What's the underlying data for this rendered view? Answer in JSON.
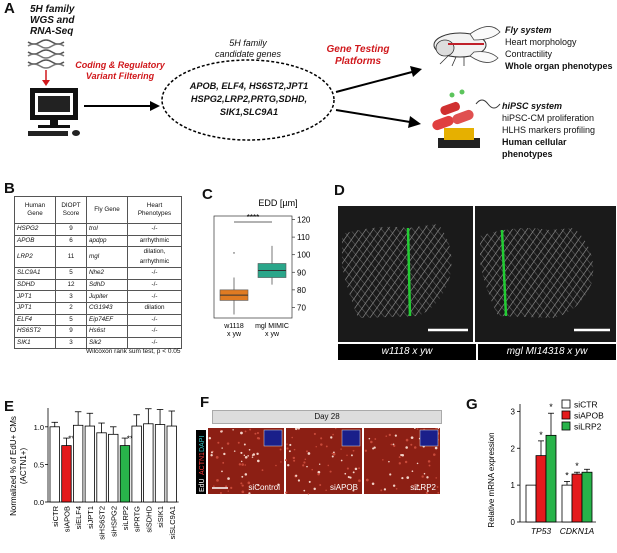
{
  "panels": {
    "A": "A",
    "B": "B",
    "C": "C",
    "D": "D",
    "E": "E",
    "F": "F",
    "G": "G"
  },
  "panelA": {
    "source_line1": "5H family",
    "source_line2": "WGS and",
    "source_line3": "RNA-Seq",
    "filter_line1": "Coding & Regulatory",
    "filter_line2": "Variant Filtering",
    "candidates_line1": "5H family",
    "candidates_line2": "candidate genes",
    "genes_line1": "APOB, ELF4, HS6ST2,JPT1",
    "genes_line2": "HSPG2,LRP2,PRTG,SDHD,",
    "genes_line3": "SIK1,SLC9A1",
    "platform_line1": "Gene Testing",
    "platform_line2": "Platforms",
    "fly_title": "Fly system",
    "fly_items": [
      "Heart morphology",
      "Contractility",
      "Whole organ phenotypes"
    ],
    "ipsc_title": "hiPSC system",
    "ipsc_items": [
      "hiPSC-CM proliferation",
      "HLHS markers profiling",
      "Human cellular phenotypes"
    ],
    "colors": {
      "red": "#d0181c"
    }
  },
  "panelB": {
    "headers": [
      "Human Gene",
      "DIOPT Score",
      "Fly Gene",
      "Heart Phenotypes"
    ],
    "rows": [
      [
        "HSPG2",
        "9",
        "trol",
        "-/-"
      ],
      [
        "APOB",
        "6",
        "apdpp",
        "arrhythmic"
      ],
      [
        "LRP2",
        "11",
        "mgl",
        "dilation, arrhythmic"
      ],
      [
        "SLC9A1",
        "5",
        "Nhe2",
        "-/-"
      ],
      [
        "SDHD",
        "12",
        "SdhD",
        "-/-"
      ],
      [
        "JPT1",
        "3",
        "Jupiter",
        "-/-"
      ],
      [
        "JPT1",
        "2",
        "CG1943",
        "dilation"
      ],
      [
        "ELF4",
        "5",
        "Eip74EF",
        "-/-"
      ],
      [
        "HS6ST2",
        "9",
        "Hs6st",
        "-/-"
      ],
      [
        "SIK1",
        "3",
        "Sik2",
        "-/-"
      ]
    ],
    "footnote": "Wilcoxon rank sum test,  p < 0.05"
  },
  "panelC": {
    "chart_data": {
      "type": "box",
      "title": "EDD [µm]",
      "categories": [
        "w1118 x yw",
        "mgl MIMIC x yw"
      ],
      "ylim": [
        64,
        122
      ],
      "yticks": [
        70,
        80,
        90,
        100,
        110,
        120
      ],
      "boxes": [
        {
          "name": "w1118 x yw",
          "whisker_low": 66,
          "q1": 74,
          "median": 77,
          "q3": 80,
          "whisker_high": 87,
          "color": "#e07b22"
        },
        {
          "name": "mgl MIMIC x yw",
          "whisker_low": 83,
          "q1": 87,
          "median": 91,
          "q3": 95,
          "whisker_high": 105,
          "color": "#2aa68a"
        }
      ],
      "outlier": 101,
      "significance": "****",
      "cat1_line1": "w1118",
      "cat1_line2": "x yw",
      "cat2_line1": "mgl MIMIC",
      "cat2_line2": "x yw"
    }
  },
  "panelD": {
    "left_caption": "w1118 x yw",
    "right_caption": "mgl MI14318 x yw",
    "colors": {
      "line": "#22cc33"
    }
  },
  "panelE": {
    "chart_data": {
      "type": "bar",
      "ylabel_line1": "Normalized % of EdU+ CMs",
      "ylabel_line2": "(ACTN1+)",
      "ylim": [
        0,
        1.25
      ],
      "yticks": [
        "0.0",
        "0.5",
        "1.0"
      ],
      "ytick_values": [
        0,
        0.5,
        1.0
      ],
      "categories": [
        "siCTR",
        "siAPOB",
        "siELF4",
        "siJPT1",
        "siHS6ST2",
        "siHSPG2",
        "siLRP2",
        "siPRTG",
        "siSDHD",
        "siSIK1",
        "siSLC9A1"
      ],
      "values": [
        1.0,
        0.75,
        1.02,
        1.01,
        0.92,
        0.9,
        0.75,
        1.01,
        1.04,
        1.03,
        1.01
      ],
      "errors": [
        0.06,
        0.1,
        0.18,
        0.17,
        0.13,
        0.1,
        0.1,
        0.15,
        0.2,
        0.2,
        0.2
      ],
      "highlight": {
        "siAPOB": "#e41a1c",
        "siLRP2": "#28b34a"
      },
      "sig_labels": [
        "",
        "**",
        "",
        "",
        "",
        "",
        "**",
        "",
        "",
        "",
        ""
      ]
    }
  },
  "panelF": {
    "header": "Day 28",
    "stain_edu": "EdU",
    "stain_actn": "ACTN1",
    "stain_dapi": "DAPI",
    "labels": [
      "siControl",
      "siAPOB",
      "siLRP2"
    ]
  },
  "panelG": {
    "chart_data": {
      "type": "bar",
      "ylabel": "Relative mRNA expression",
      "ylim": [
        0,
        3.2
      ],
      "yticks": [
        "0",
        "1",
        "2",
        "3"
      ],
      "ytick_values": [
        0,
        1,
        2,
        3
      ],
      "categories": [
        "TP53",
        "CDKN1A"
      ],
      "series": [
        {
          "name": "siCTR",
          "values": [
            1.0,
            1.0
          ],
          "errors": [
            0.0,
            0.1
          ],
          "color": "#ffffff"
        },
        {
          "name": "siAPOB",
          "values": [
            1.8,
            1.3
          ],
          "errors": [
            0.4,
            0.05
          ],
          "color": "#e41a1c"
        },
        {
          "name": "siLRP2",
          "values": [
            2.35,
            1.35
          ],
          "errors": [
            0.6,
            0.08
          ],
          "color": "#28b34a"
        }
      ],
      "sig": [
        [
          "",
          "*",
          "*"
        ],
        [
          "*",
          "*",
          ""
        ]
      ]
    }
  }
}
